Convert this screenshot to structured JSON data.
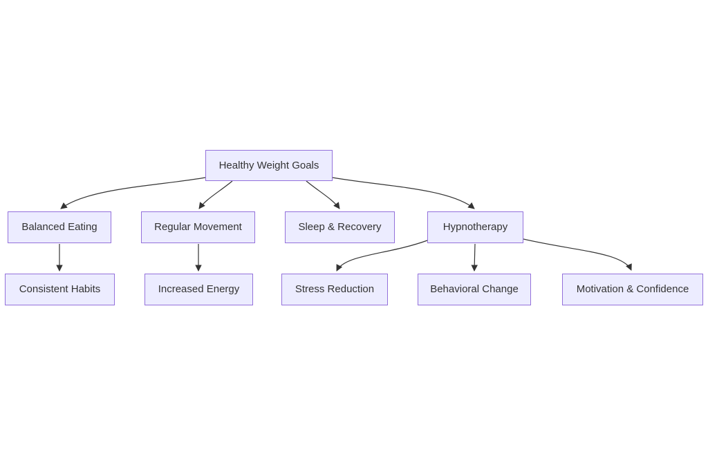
{
  "diagram": {
    "type": "flowchart",
    "direction": "top-down",
    "colors": {
      "background": "#ffffff",
      "node_fill": "#ECECFF",
      "node_border": "#9370DB",
      "text": "#333333",
      "edge": "#333333"
    },
    "nodes": [
      {
        "id": "healthy-weight-goals",
        "label": "Healthy Weight Goals"
      },
      {
        "id": "balanced-eating",
        "label": "Balanced Eating"
      },
      {
        "id": "regular-movement",
        "label": "Regular Movement"
      },
      {
        "id": "sleep-recovery",
        "label": "Sleep & Recovery"
      },
      {
        "id": "hypnotherapy",
        "label": "Hypnotherapy"
      },
      {
        "id": "consistent-habits",
        "label": "Consistent Habits"
      },
      {
        "id": "increased-energy",
        "label": "Increased Energy"
      },
      {
        "id": "stress-reduction",
        "label": "Stress Reduction"
      },
      {
        "id": "behavioral-change",
        "label": "Behavioral Change"
      },
      {
        "id": "motivation-confidence",
        "label": "Motivation & Confidence"
      }
    ],
    "edges": [
      {
        "from": "Healthy Weight Goals",
        "to": "Balanced Eating"
      },
      {
        "from": "Healthy Weight Goals",
        "to": "Regular Movement"
      },
      {
        "from": "Healthy Weight Goals",
        "to": "Sleep & Recovery"
      },
      {
        "from": "Healthy Weight Goals",
        "to": "Hypnotherapy"
      },
      {
        "from": "Balanced Eating",
        "to": "Consistent Habits"
      },
      {
        "from": "Regular Movement",
        "to": "Increased Energy"
      },
      {
        "from": "Hypnotherapy",
        "to": "Stress Reduction"
      },
      {
        "from": "Hypnotherapy",
        "to": "Behavioral Change"
      },
      {
        "from": "Hypnotherapy",
        "to": "Motivation & Confidence"
      }
    ]
  }
}
